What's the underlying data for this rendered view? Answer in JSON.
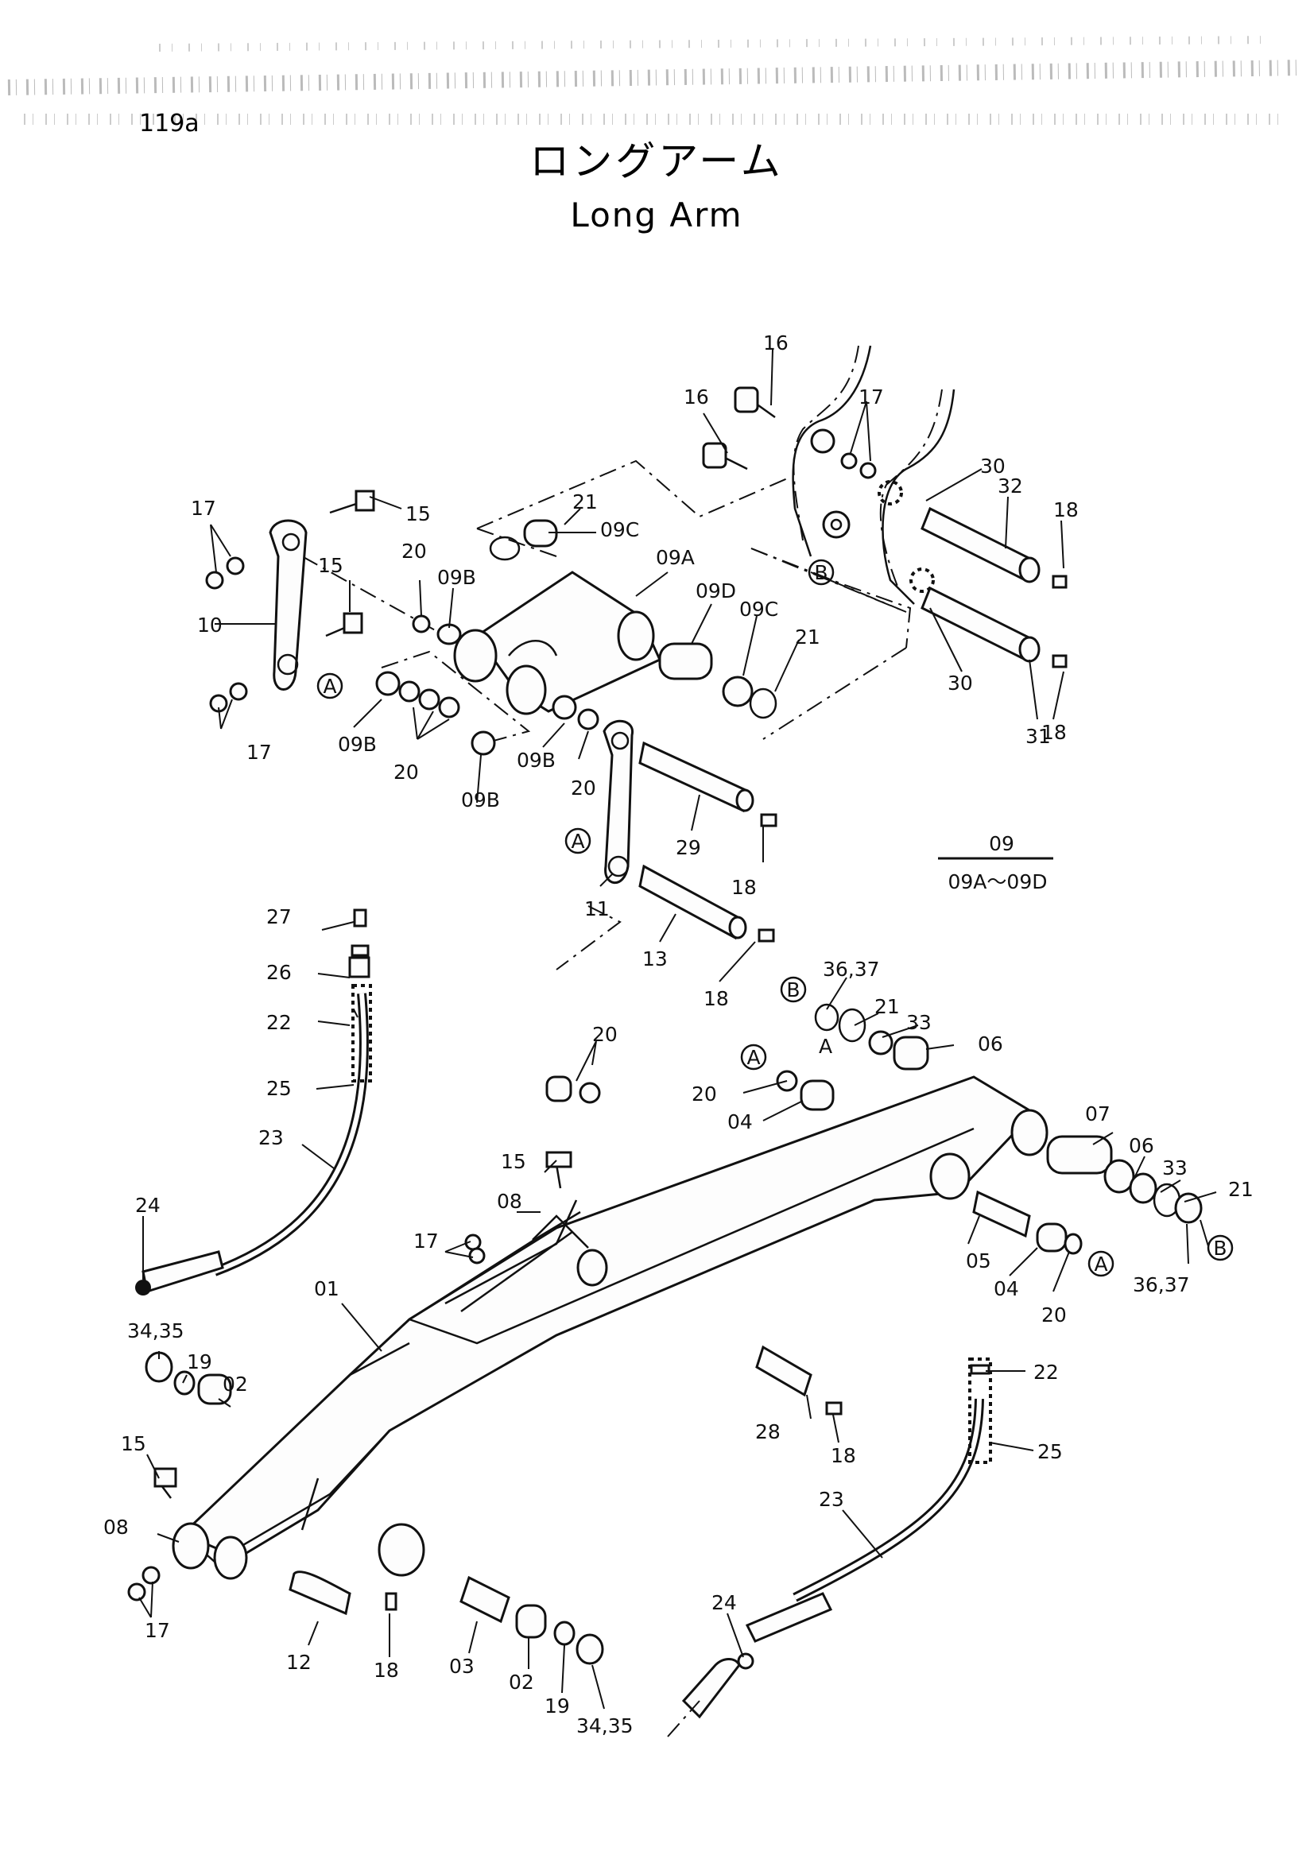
{
  "header": {
    "page_number": "119a",
    "title_jp": "ロングアーム",
    "title_en": "Long Arm"
  },
  "legend": {
    "group": "09",
    "range": "09A～09D"
  },
  "callouts": {
    "c01": "01",
    "c02a": "02",
    "c02b": "02",
    "c03": "03",
    "c04a": "04",
    "c04b": "04",
    "c05": "05",
    "c06a": "06",
    "c06b": "06",
    "c07": "07",
    "c08a": "08",
    "c08b": "08",
    "c09a": "09A",
    "c09b1": "09B",
    "c09b2": "09B",
    "c09b3": "09B",
    "c09b4": "09B",
    "c09c1": "09C",
    "c09c2": "09C",
    "c09d": "09D",
    "c10": "10",
    "c11": "11",
    "c12": "12",
    "c13": "13",
    "c15a": "15",
    "c15b": "15",
    "c15c": "15",
    "c15d": "15",
    "c16a": "16",
    "c16b": "16",
    "c17a": "17",
    "c17b": "17",
    "c17c": "17",
    "c17d": "17",
    "c17e": "17",
    "c18a": "18",
    "c18b": "18",
    "c18c": "18",
    "c18d": "18",
    "c18e": "18",
    "c18f": "18",
    "c19a": "19",
    "c19b": "19",
    "c20a": "20",
    "c20b": "20",
    "c20c": "20",
    "c20d": "20",
    "c20e": "20",
    "c20f": "20",
    "c21a": "21",
    "c21b": "21",
    "c21c": "21",
    "c21d": "21",
    "c22a": "22",
    "c22b": "22",
    "c23a": "23",
    "c23b": "23",
    "c24a": "24",
    "c24b": "24",
    "c25a": "25",
    "c25b": "25",
    "c26": "26",
    "c27": "27",
    "c28": "28",
    "c29": "29",
    "c30a": "30",
    "c30b": "30",
    "c31": "31",
    "c32": "32",
    "c33a": "33",
    "c33b": "33",
    "c3435a": "34,35",
    "c3435b": "34,35",
    "c3637a": "36,37",
    "c3637b": "36,37"
  },
  "markers": {
    "a1": "A",
    "a2": "A",
    "a3": "A",
    "a4": "A",
    "a5": "A",
    "b1": "B",
    "b2": "B",
    "b3": "B"
  }
}
